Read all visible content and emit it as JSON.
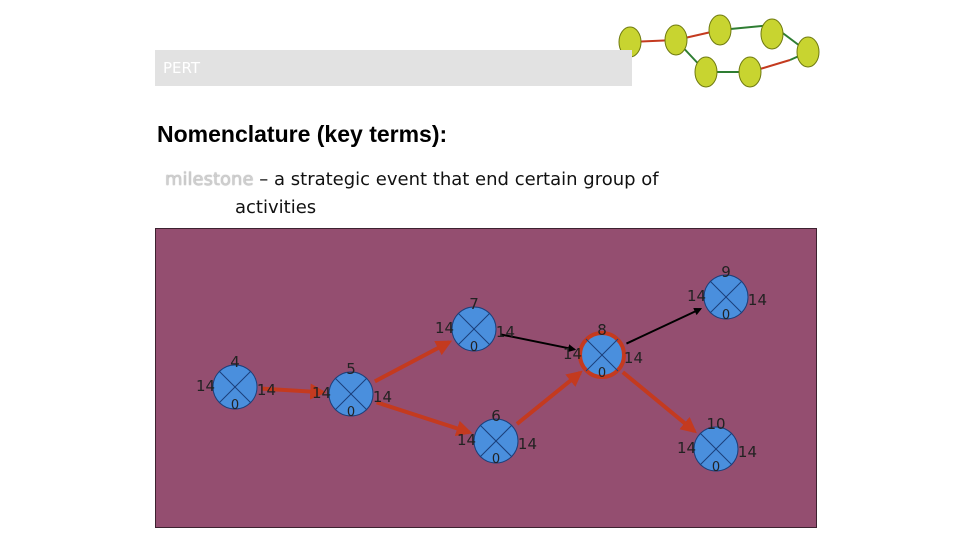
{
  "banner": {
    "title": "PERT"
  },
  "heading": "Nomenclature (key terms):",
  "definition": {
    "term": "milestone",
    "dash": " – ",
    "text_line1": "a strategic event that end certain group of",
    "text_line2": "activities"
  },
  "colors": {
    "panel": "#944e70",
    "node": "#4a8fdd",
    "node_stroke": "#1b3f7a",
    "critical": "#c43a1f",
    "deco_node": "#c8d430"
  },
  "network": {
    "nodes": [
      {
        "id": "4",
        "top": "4",
        "left": "14",
        "right": "14",
        "bottom": "0",
        "critical": false
      },
      {
        "id": "5",
        "top": "5",
        "left": "14",
        "right": "14",
        "bottom": "0",
        "critical": false
      },
      {
        "id": "7",
        "top": "7",
        "left": "14",
        "right": "14",
        "bottom": "0",
        "critical": false
      },
      {
        "id": "6",
        "top": "6",
        "left": "14",
        "right": "14",
        "bottom": "0",
        "critical": false
      },
      {
        "id": "8",
        "top": "8",
        "left": "14",
        "right": "14",
        "bottom": "0",
        "critical": true
      },
      {
        "id": "9",
        "top": "9",
        "left": "14",
        "right": "14",
        "bottom": "0",
        "critical": false
      },
      {
        "id": "10",
        "top": "10",
        "left": "14",
        "right": "14",
        "bottom": "0",
        "critical": false
      }
    ],
    "edges": [
      {
        "from": "4",
        "to": "5",
        "critical": true
      },
      {
        "from": "5",
        "to": "7",
        "critical": true
      },
      {
        "from": "5",
        "to": "6",
        "critical": true
      },
      {
        "from": "7",
        "to": "8",
        "critical": false
      },
      {
        "from": "6",
        "to": "8",
        "critical": true
      },
      {
        "from": "8",
        "to": "9",
        "critical": false
      },
      {
        "from": "8",
        "to": "10",
        "critical": true
      }
    ]
  }
}
